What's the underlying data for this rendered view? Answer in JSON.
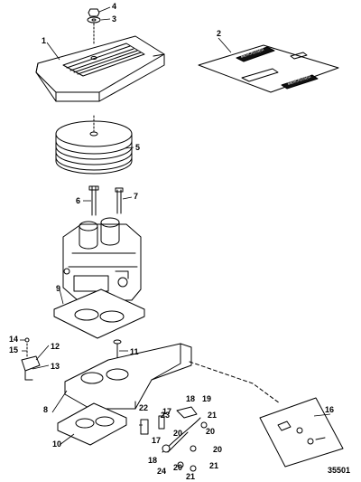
{
  "callouts": [
    "1",
    "2",
    "3",
    "4",
    "5",
    "6",
    "7",
    "8",
    "9",
    "10",
    "11",
    "12",
    "13",
    "14",
    "15",
    "16",
    "17",
    "17",
    "18",
    "18",
    "19",
    "20",
    "20",
    "20",
    "20",
    "21",
    "21",
    "21",
    "22",
    "23",
    "24"
  ],
  "decal_text": [
    "MERCRUISER",
    "MERCRUISER"
  ],
  "figure_number": "35501",
  "colors": {
    "line": "#000000",
    "background": "#ffffff",
    "decal": "#111111"
  }
}
